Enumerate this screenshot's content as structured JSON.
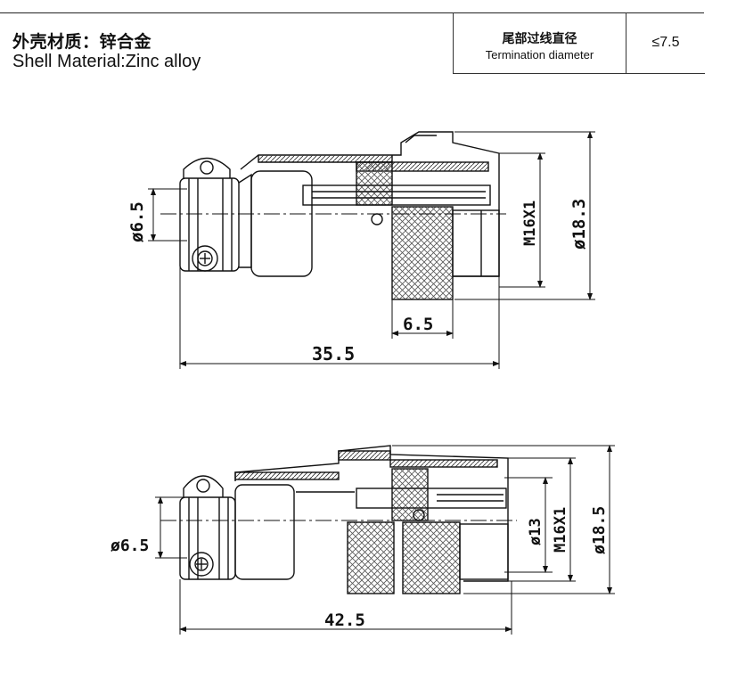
{
  "header": {
    "material_zh": "外壳材质：锌合金",
    "material_en": "Shell Material:Zinc alloy"
  },
  "spec": {
    "label_zh": "尾部过线直径",
    "label_en": "Termination diameter",
    "value": "≤7.5"
  },
  "drawing_top": {
    "dims": {
      "cable_dia": "ø6.5",
      "thread": "M16X1",
      "outer_dia": "ø18.3",
      "nut_len": "6.5",
      "total_len": "35.5"
    }
  },
  "drawing_bottom": {
    "dims": {
      "cable_dia": "ø6.5",
      "inner_dia": "ø13",
      "thread": "M16X1",
      "outer_dia": "ø18.5",
      "total_len": "42.5"
    }
  },
  "colors": {
    "ink": "#111111",
    "hatch": "#555555"
  }
}
